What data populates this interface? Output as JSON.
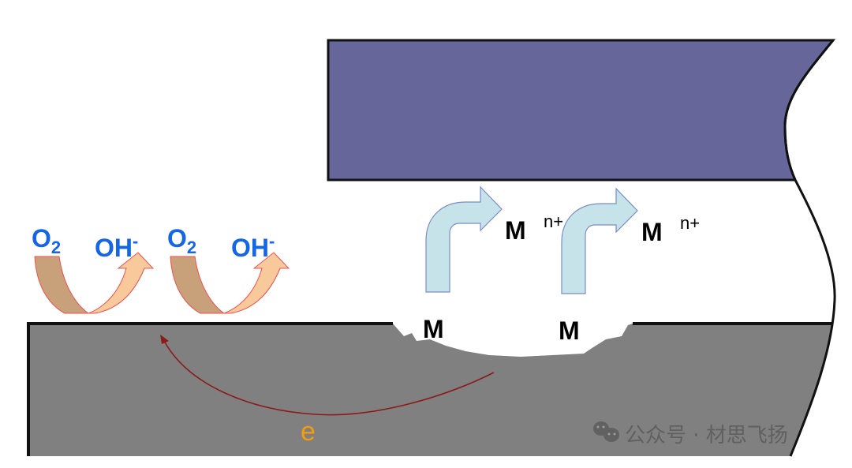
{
  "diagram": {
    "title": "Crevice corrosion mechanism",
    "colors": {
      "upper_plate": "#67669a",
      "metal": "#808080",
      "ion_arrow": "#c5e3e8",
      "ion_arrow_stroke": "#7c8cc7",
      "o2_arrow_in": "#c8a07a",
      "o2_arrow_out": "#f8c99a",
      "o2_arrow_stroke": "#f05050",
      "blue_text": "#1565e8",
      "electron_path": "#8b1a1a",
      "electron_label": "#f39c12"
    },
    "cathodic_reactions": [
      {
        "reactant": "O",
        "reactant_sub": "2",
        "product": "OH",
        "product_sup": "-"
      },
      {
        "reactant": "O",
        "reactant_sub": "2",
        "product": "OH",
        "product_sup": "-"
      }
    ],
    "anodic_reactions": [
      {
        "metal": "M",
        "ion": "M",
        "ion_sup": "n+"
      },
      {
        "metal": "M",
        "ion": "M",
        "ion_sup": "n+"
      }
    ],
    "electron_label": "e",
    "watermark": "公众号 · 材思飞扬"
  }
}
